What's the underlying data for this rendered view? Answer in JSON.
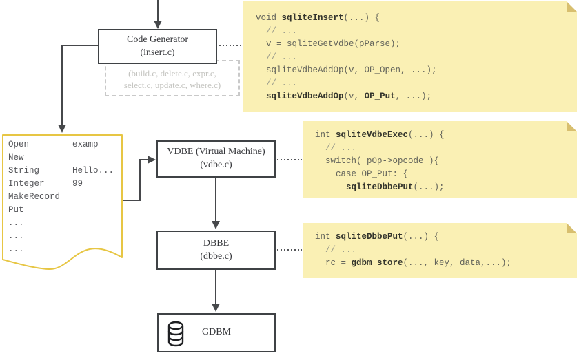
{
  "nodes": {
    "code_generator": {
      "title": "Code Generator",
      "subtitle": "(insert.c)"
    },
    "other_files": {
      "line1": "(build.c, delete.c, expr.c,",
      "line2": "select.c, update.c, where.c)"
    },
    "vdbe": {
      "title": "VDBE (Virtual Machine)",
      "subtitle": "(vdbe.c)"
    },
    "dbbe": {
      "title": "DBBE",
      "subtitle": "(dbbe.c)"
    },
    "gdbm": {
      "title": "GDBM",
      "icon": "database-cylinder-icon"
    }
  },
  "listing": {
    "rows": [
      {
        "op": "Open",
        "arg": "examp"
      },
      {
        "op": "New",
        "arg": ""
      },
      {
        "op": "String",
        "arg": "Hello..."
      },
      {
        "op": "Integer",
        "arg": "99"
      },
      {
        "op": "MakeRecord",
        "arg": ""
      },
      {
        "op": "Put",
        "arg": ""
      },
      {
        "op": "...",
        "arg": ""
      },
      {
        "op": "...",
        "arg": ""
      },
      {
        "op": "...",
        "arg": ""
      }
    ]
  },
  "notes": [
    {
      "id": "note-sqliteInsert",
      "lines": [
        [
          {
            "t": "void ",
            "s": "plain"
          },
          {
            "t": "sqliteInsert",
            "s": "bold"
          },
          {
            "t": "(...) {",
            "s": "plain"
          }
        ],
        [
          {
            "t": "  // ...",
            "s": "comment"
          }
        ],
        [
          {
            "t": "  v = sqliteGetVdbe(pParse);",
            "s": "plain"
          }
        ],
        [
          {
            "t": "  // ...",
            "s": "comment"
          }
        ],
        [
          {
            "t": "  sqliteVdbeAddOp(v, OP_Open, ...);",
            "s": "plain"
          }
        ],
        [
          {
            "t": "  // ...",
            "s": "comment"
          }
        ],
        [
          {
            "t": "  ",
            "s": "plain"
          },
          {
            "t": "sqliteVdbeAddOp",
            "s": "bold"
          },
          {
            "t": "(v, ",
            "s": "plain"
          },
          {
            "t": "OP_Put",
            "s": "bold"
          },
          {
            "t": ", ...);",
            "s": "plain"
          }
        ]
      ]
    },
    {
      "id": "note-sqliteVdbeExec",
      "lines": [
        [
          {
            "t": "int ",
            "s": "plain"
          },
          {
            "t": "sqliteVdbeExec",
            "s": "bold"
          },
          {
            "t": "(...) {",
            "s": "plain"
          }
        ],
        [
          {
            "t": "  // ...",
            "s": "comment"
          }
        ],
        [
          {
            "t": "  switch( pOp->opcode ){",
            "s": "plain"
          }
        ],
        [
          {
            "t": "    case OP_Put: {",
            "s": "plain"
          }
        ],
        [
          {
            "t": "      ",
            "s": "plain"
          },
          {
            "t": "sqliteDbbePut",
            "s": "bold"
          },
          {
            "t": "(...);",
            "s": "plain"
          }
        ]
      ]
    },
    {
      "id": "note-sqliteDbbePut",
      "lines": [
        [
          {
            "t": "int ",
            "s": "plain"
          },
          {
            "t": "sqliteDbbePut",
            "s": "bold"
          },
          {
            "t": "(...) {",
            "s": "plain"
          }
        ],
        [
          {
            "t": "  // ...",
            "s": "comment"
          }
        ],
        [
          {
            "t": "  rc = ",
            "s": "plain"
          },
          {
            "t": "gdbm_store",
            "s": "bold"
          },
          {
            "t": "(..., key, data,...);",
            "s": "plain"
          }
        ]
      ]
    }
  ],
  "colors": {
    "note_bg": "#faf0b4",
    "note_fold": "#d8bf6f",
    "scroll_stroke": "#e7c644",
    "box_border": "#3f4245",
    "connector": "#46484b",
    "code_plain": "#63645b",
    "code_bold": "#33342c",
    "code_comment": "#9a9b8c"
  }
}
